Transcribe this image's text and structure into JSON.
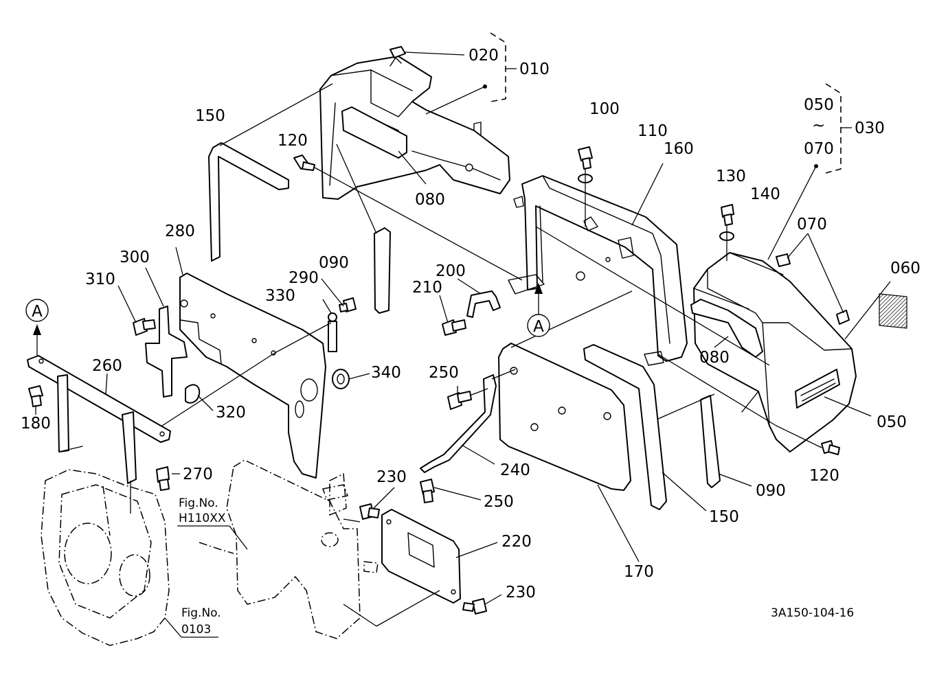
{
  "drawing_code": "3A150-104-16",
  "view_marker": "A",
  "fig_refs": [
    {
      "title": "Fig.No.",
      "number": "H110XX"
    },
    {
      "title": "Fig.No.",
      "number": "0103"
    }
  ],
  "group_labels": {
    "g010": "010",
    "g030": "030",
    "range_from": "050",
    "range_sep": "~",
    "range_to": "070"
  },
  "part_labels": {
    "p020": "020",
    "p150a": "150",
    "p120a": "120",
    "p080a": "080",
    "p100": "100",
    "p110": "110",
    "p160": "160",
    "p130": "130",
    "p140": "140",
    "p070": "070",
    "p060": "060",
    "p280": "280",
    "p300": "300",
    "p310": "310",
    "p290": "290",
    "p330": "330",
    "p090a": "090",
    "p200": "200",
    "p210": "210",
    "p080b": "080",
    "p050": "050",
    "p340": "340",
    "p250a": "250",
    "p260": "260",
    "p320": "320",
    "p180": "180",
    "p270": "270",
    "p240": "240",
    "p230a": "230",
    "p250b": "250",
    "p220": "220",
    "p230b": "230",
    "p170": "170",
    "p150b": "150",
    "p090b": "090",
    "p120b": "120"
  }
}
